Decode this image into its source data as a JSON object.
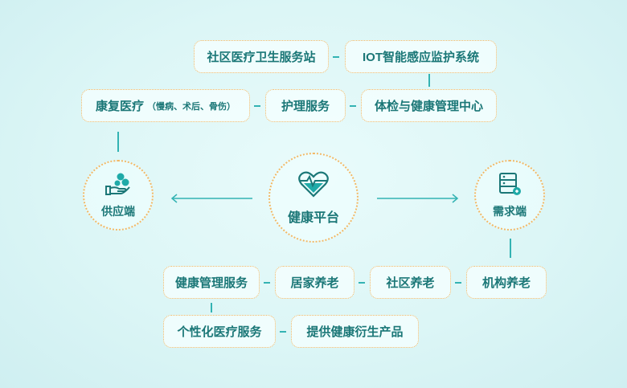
{
  "center": {
    "label": "健康平台",
    "icon": "heart-shield-icon"
  },
  "supply": {
    "label": "供应端",
    "icon": "hand-coins-icon"
  },
  "demand": {
    "label": "需求端",
    "icon": "server-icon"
  },
  "top_row1": [
    "社区医疗卫生服务站",
    "IOT智能感应监护系统"
  ],
  "top_row2": {
    "rehab": "康复医疗",
    "rehab_note": "（慢病、术后、骨伤）",
    "nursing": "护理服务",
    "checkup": "体检与健康管理中心"
  },
  "bottom_row1": [
    "健康管理服务",
    "居家养老",
    "社区养老",
    "机构养老"
  ],
  "bottom_row2": [
    "个性化医疗服务",
    "提供健康衍生产品"
  ],
  "colors": {
    "accent": "#33b3b3",
    "border": "#f3b866",
    "text": "#1b7777"
  }
}
